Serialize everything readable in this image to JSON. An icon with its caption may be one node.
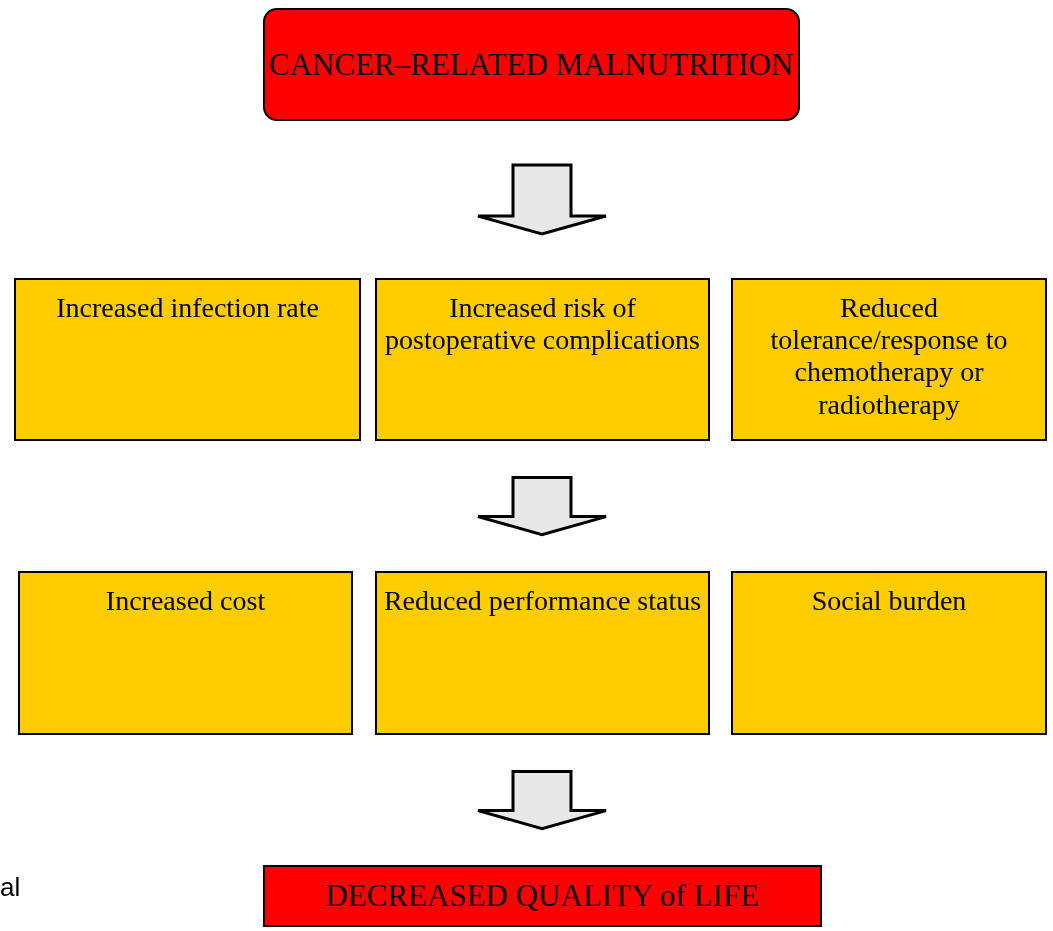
{
  "diagram": {
    "nodes": [
      {
        "text": [
          "CANCER–RELATED MALNUTRITION"
        ]
      },
      {
        "text": [
          "Increased infection rate"
        ]
      },
      {
        "text": [
          "Increased risk of postoperative complications"
        ]
      },
      {
        "text": [
          "Reduced tolerance/response to chemotherapy or radiotherapy"
        ]
      },
      {
        "text": [
          "Increased cost"
        ]
      },
      {
        "text": [
          "Reduced performance status"
        ]
      },
      {
        "text": [
          "Social burden"
        ]
      },
      {
        "text": [
          "DECREASED QUALITY  of  LIFE"
        ]
      }
    ],
    "edges": [
      {
        "from": 0,
        "to": 2,
        "arrow": "to"
      },
      {
        "from": 2,
        "to": 5,
        "arrow": "to"
      },
      {
        "from": 5,
        "to": 7,
        "arrow": "to"
      }
    ],
    "labels": [
      "al"
    ]
  }
}
